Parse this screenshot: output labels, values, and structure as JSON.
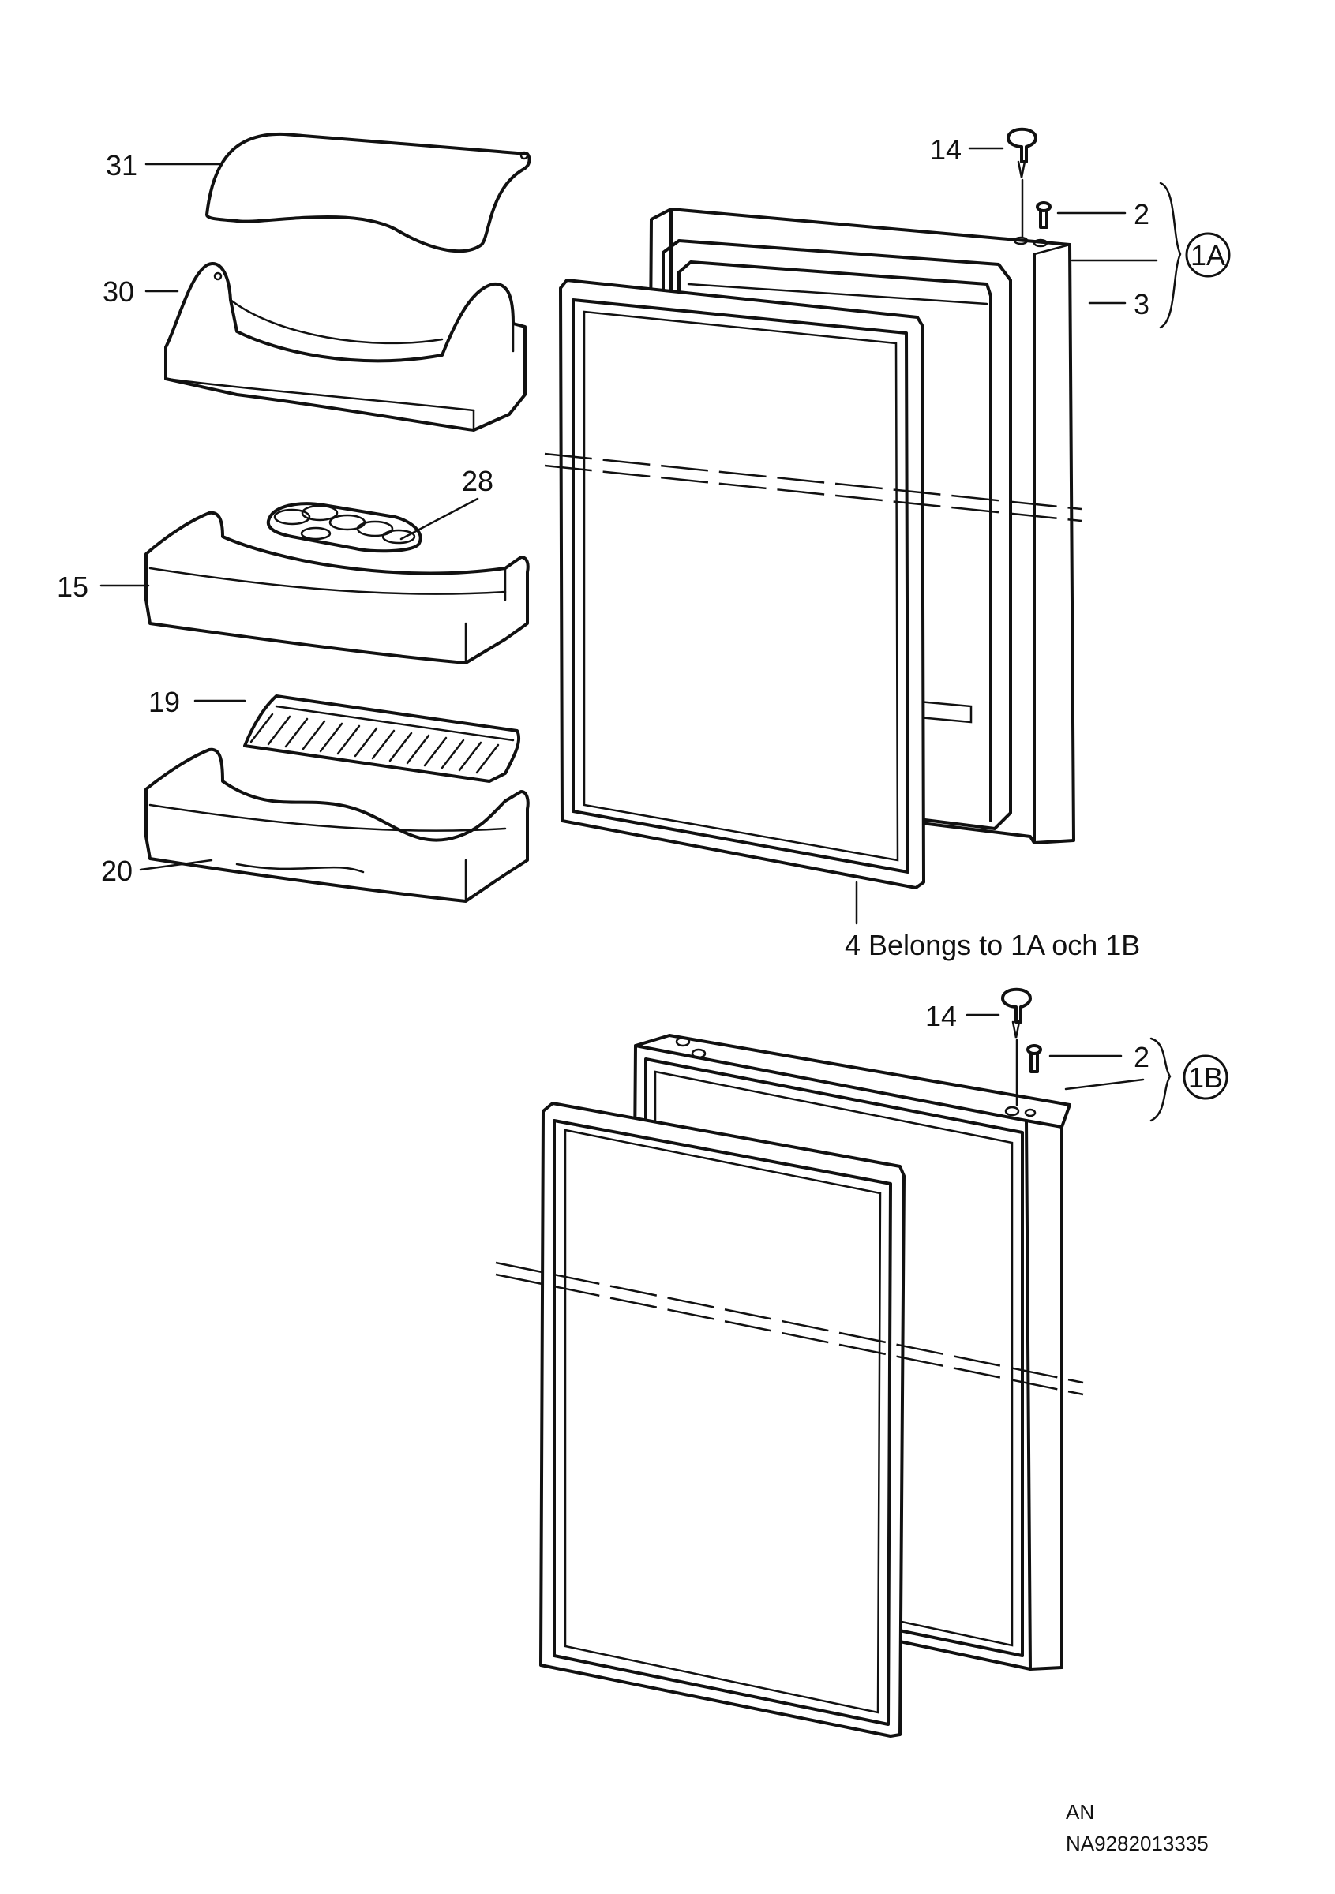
{
  "parts": {
    "p31": "31",
    "p30": "30",
    "p28": "28",
    "p15": "15",
    "p19": "19",
    "p20": "20",
    "p14a": "14",
    "p2a": "2",
    "p3": "3",
    "p1A": "1A",
    "p14b": "14",
    "p2b": "2",
    "p1B": "1B"
  },
  "note": "4 Belongs to 1A och 1B",
  "footer": {
    "line1": "AN",
    "line2": "NA9282013335"
  }
}
